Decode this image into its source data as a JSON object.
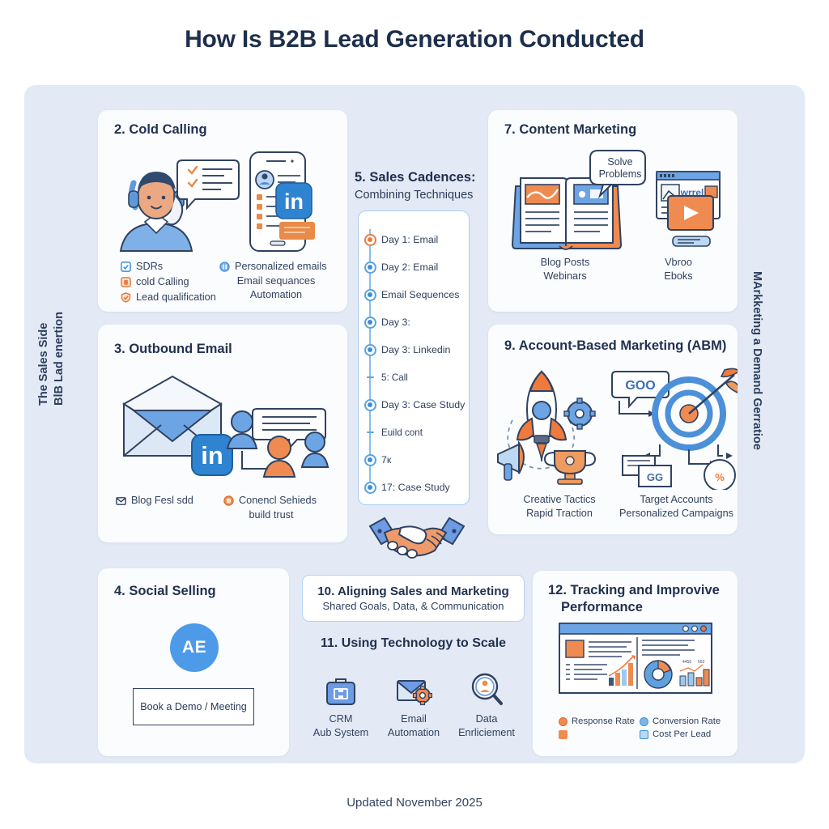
{
  "title": "How Is B2B Lead Generation Conducted",
  "footer": "Updated November 2025",
  "colors": {
    "page_bg": "#ffffff",
    "panel_bg": "#e3eaf5",
    "card_bg": "#fbfcfe",
    "title_navy": "#1e2f4d",
    "accent_blue": "#4d9be8",
    "accent_orange": "#ea7b3c",
    "cadence_border": "#a9cdf0"
  },
  "side_labels": {
    "left_line1": "The Sales Side",
    "left_line2": "BlB Lad enertion",
    "right": "MArkketing a Demand Gerratioe"
  },
  "cards": {
    "cold_calling": {
      "title": "2. Cold Calling",
      "left_bullets": [
        {
          "icon": "checkbox-icon",
          "label": "SDRs"
        },
        {
          "icon": "square-phone-icon",
          "label": "cold Calling"
        },
        {
          "icon": "shield-check-icon",
          "label": "Lead qualification"
        }
      ],
      "right_bullets": [
        {
          "icon": "circle-info-icon",
          "label": "Personalized emails"
        }
      ],
      "right_caption": [
        "Email sequances",
        "Automation"
      ]
    },
    "outbound_email": {
      "title": "3. Outbound Email",
      "left_caption": {
        "icon": "envelope-outline-icon",
        "label": "Blog Fesl sdd"
      },
      "right_caption": {
        "icon": "circle-badge-icon",
        "line1": "Conencl Sehieds",
        "line2": "build trust"
      }
    },
    "social_selling": {
      "title": "4. Social Selling",
      "avatar_initials": "AE",
      "cta_label": "Book a Demo / Meeting"
    },
    "content_marketing": {
      "title": "7. Content Marketing",
      "speech_bubble": [
        "Solve",
        "Problems"
      ],
      "left_caption": [
        "Blog Posts",
        "Webinars"
      ],
      "right_caption": [
        "Vbroo",
        "Eboks"
      ],
      "browser_text": "wrrel"
    },
    "abm": {
      "title": "9. Account-Based Marketing (ABM)",
      "bubble_text": "GOO",
      "left_caption": [
        "Creative Tactics",
        "Rapid Traction"
      ],
      "right_caption": [
        "Target Accounts",
        "Personalized Campaigns"
      ]
    },
    "tracking": {
      "title_line1": "12. Tracking and Improvive",
      "title_line2": "Performance",
      "legend": [
        {
          "swatch": "circle",
          "color": "#ea7b3c",
          "label": "Response Rate"
        },
        {
          "swatch": "circle",
          "color": "#5fa6e2",
          "label": "Conversion Rate"
        },
        {
          "swatch": "square",
          "color": "#ef8b51",
          "label": ""
        },
        {
          "swatch": "square",
          "color": "#9ec9ef",
          "label": "Cost Per Lead"
        }
      ]
    }
  },
  "cadence": {
    "heading": "5. Sales Cadences:",
    "subheading": "Combining Techniques",
    "items": [
      {
        "label": "Day 1: Email",
        "marker": "ring-orange"
      },
      {
        "label": "Day 2: Email",
        "marker": "ring-blue"
      },
      {
        "label": "Email Sequences",
        "marker": "ring-blue"
      },
      {
        "label": "Day 3:",
        "marker": "ring-blue"
      },
      {
        "label": "Day 3: Linkedin",
        "marker": "ring-blue"
      },
      {
        "label": "5: Call",
        "marker": "dash"
      },
      {
        "label": "Day 3: Case Study",
        "marker": "ring-blue"
      },
      {
        "label": "Euild cont",
        "marker": "dash"
      },
      {
        "label": "7к",
        "marker": "ring-blue"
      },
      {
        "label": "17: Case Study",
        "marker": "ring-blue"
      }
    ]
  },
  "alignment": {
    "title": "10. Aligning Sales and Marketing",
    "subtitle": "Shared Goals, Data, & Communication"
  },
  "technology": {
    "title": "11. Using Technology to Scale",
    "items": [
      {
        "icon": "briefcase-crm-icon",
        "line1": "CRM",
        "line2": "Aub System"
      },
      {
        "icon": "envelope-gear-icon",
        "line1": "Email",
        "line2": "Automation"
      },
      {
        "icon": "magnifier-person-icon",
        "line1": "Data",
        "line2": "Enrliciement"
      }
    ]
  }
}
